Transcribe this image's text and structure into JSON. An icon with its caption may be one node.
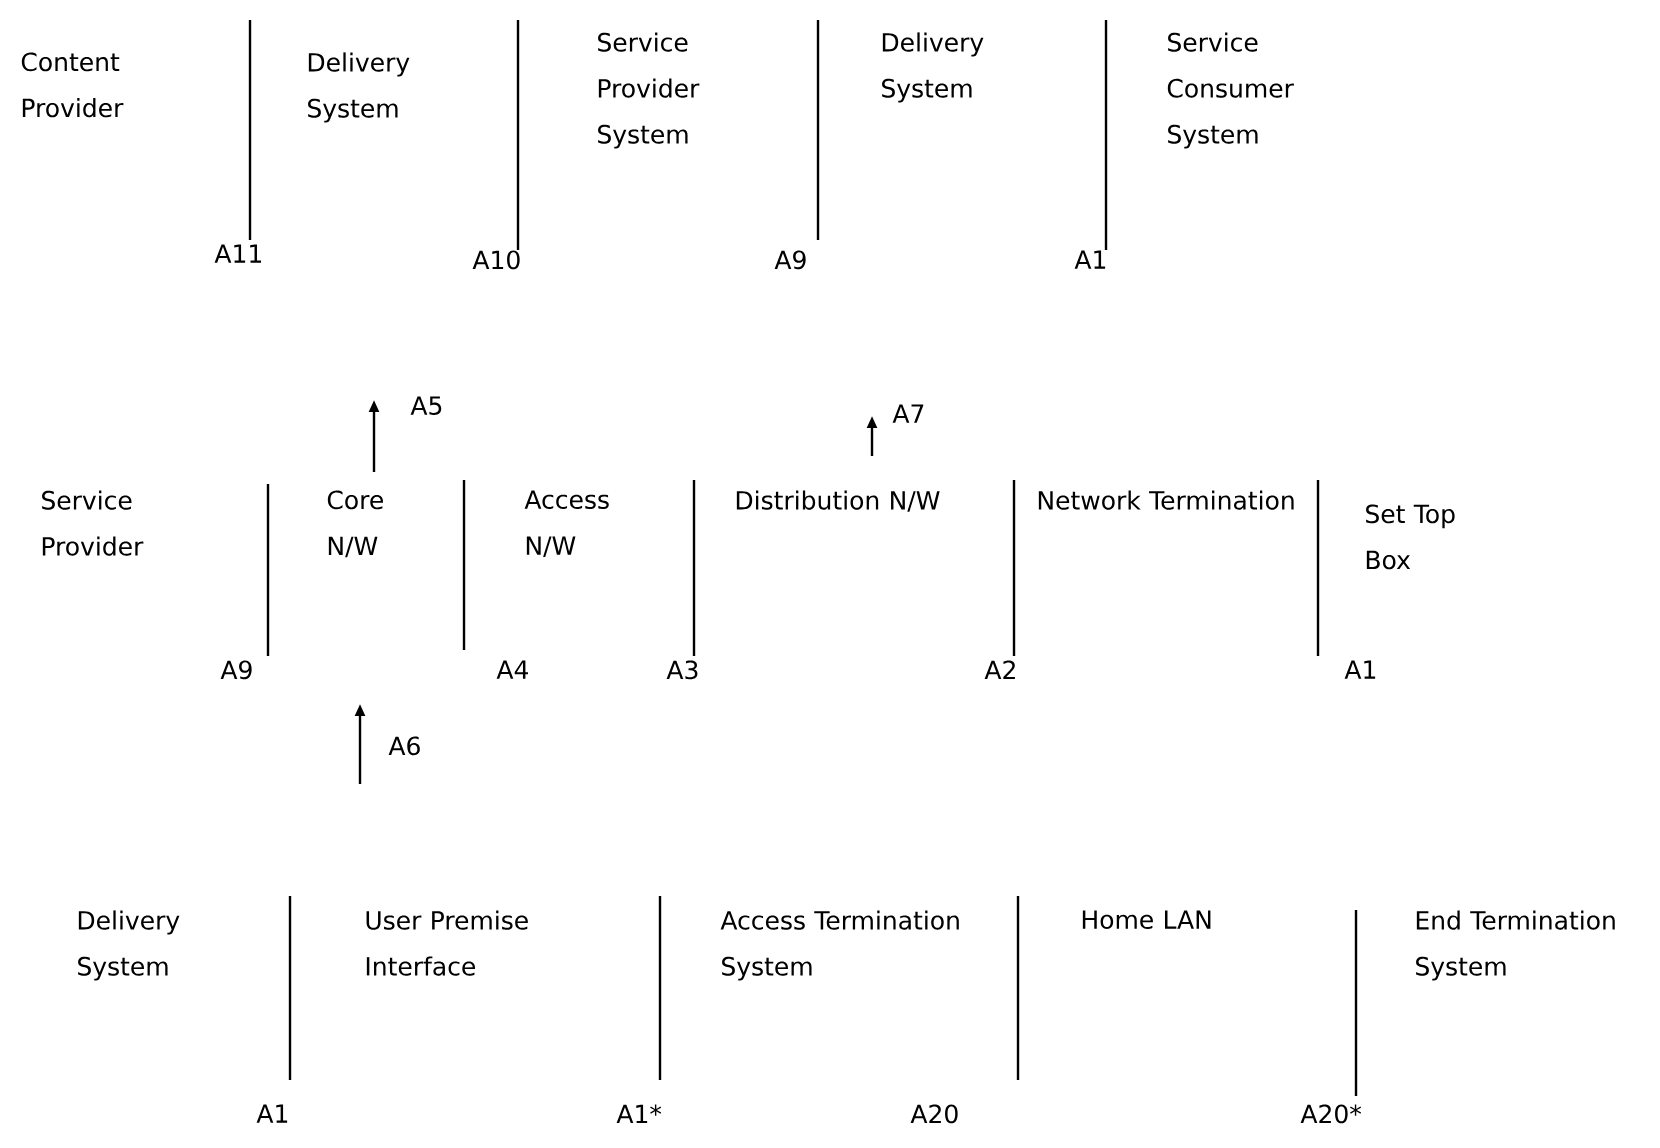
{
  "diagram": {
    "labels": [
      "Content Provider",
      "Delivery System",
      "Service Provider System",
      "Delivery System",
      "Service Consumer System",
      "A11",
      "A10",
      "A9",
      "A1",
      "Service Provider",
      "Core N/W",
      "Access N/W",
      "Distribution N/W",
      "Network Termination",
      "Set Top Box",
      "A9",
      "A4",
      "A3",
      "A2",
      "A1",
      "A5",
      "A7",
      "A6",
      "Delivery System",
      "User Premise Interface",
      "Access Termination System",
      "Home LAN",
      "End Termination System",
      "A1",
      "A1*",
      "A20",
      "A20*"
    ]
  }
}
